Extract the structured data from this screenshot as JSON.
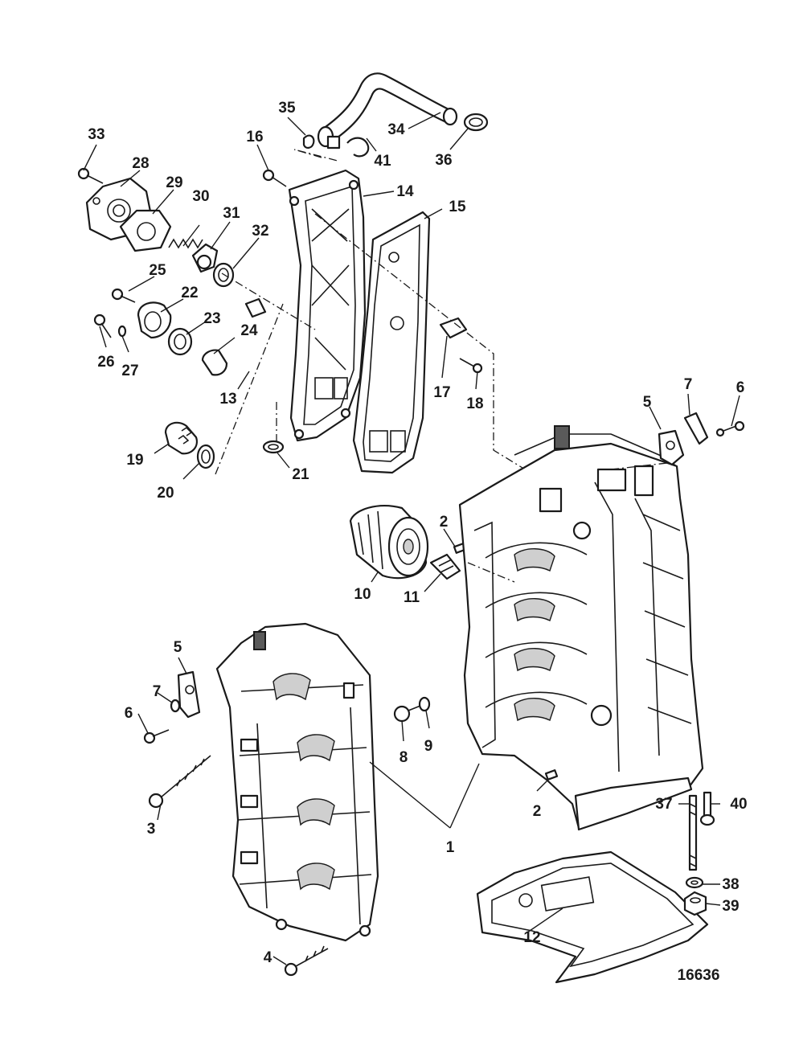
{
  "callouts": {
    "c1": "1",
    "c2a": "2",
    "c2b": "2",
    "c3": "3",
    "c4": "4",
    "c5a": "5",
    "c5b": "5",
    "c6a": "6",
    "c6b": "6",
    "c7a": "7",
    "c7b": "7",
    "c8": "8",
    "c9": "9",
    "c10": "10",
    "c11": "11",
    "c12": "12",
    "c13": "13",
    "c14": "14",
    "c15": "15",
    "c16": "16",
    "c17": "17",
    "c18": "18",
    "c19": "19",
    "c20": "20",
    "c21": "21",
    "c22": "22",
    "c23": "23",
    "c24": "24",
    "c25": "25",
    "c26": "26",
    "c27": "27",
    "c28": "28",
    "c29": "29",
    "c30": "30",
    "c31": "31",
    "c32": "32",
    "c33": "33",
    "c34": "34",
    "c35": "35",
    "c36": "36",
    "c37": "37",
    "c38": "38",
    "c39": "39",
    "c40": "40",
    "c41": "41"
  },
  "reference_number": "16636"
}
